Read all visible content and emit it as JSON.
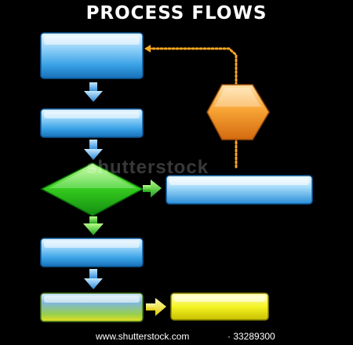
{
  "title": "PROCESS FLOWS",
  "watermark": "shutterstock",
  "footer": {
    "url": "www.shutterstock.com",
    "id": "· 33289300"
  },
  "colors": {
    "background": "#000000",
    "blue_box": "#5fb8f0",
    "green_decision": "#22cc22",
    "orange_hexagon": "#f5a030",
    "yellow_box": "#f0f020",
    "connector": "#f5a623"
  }
}
